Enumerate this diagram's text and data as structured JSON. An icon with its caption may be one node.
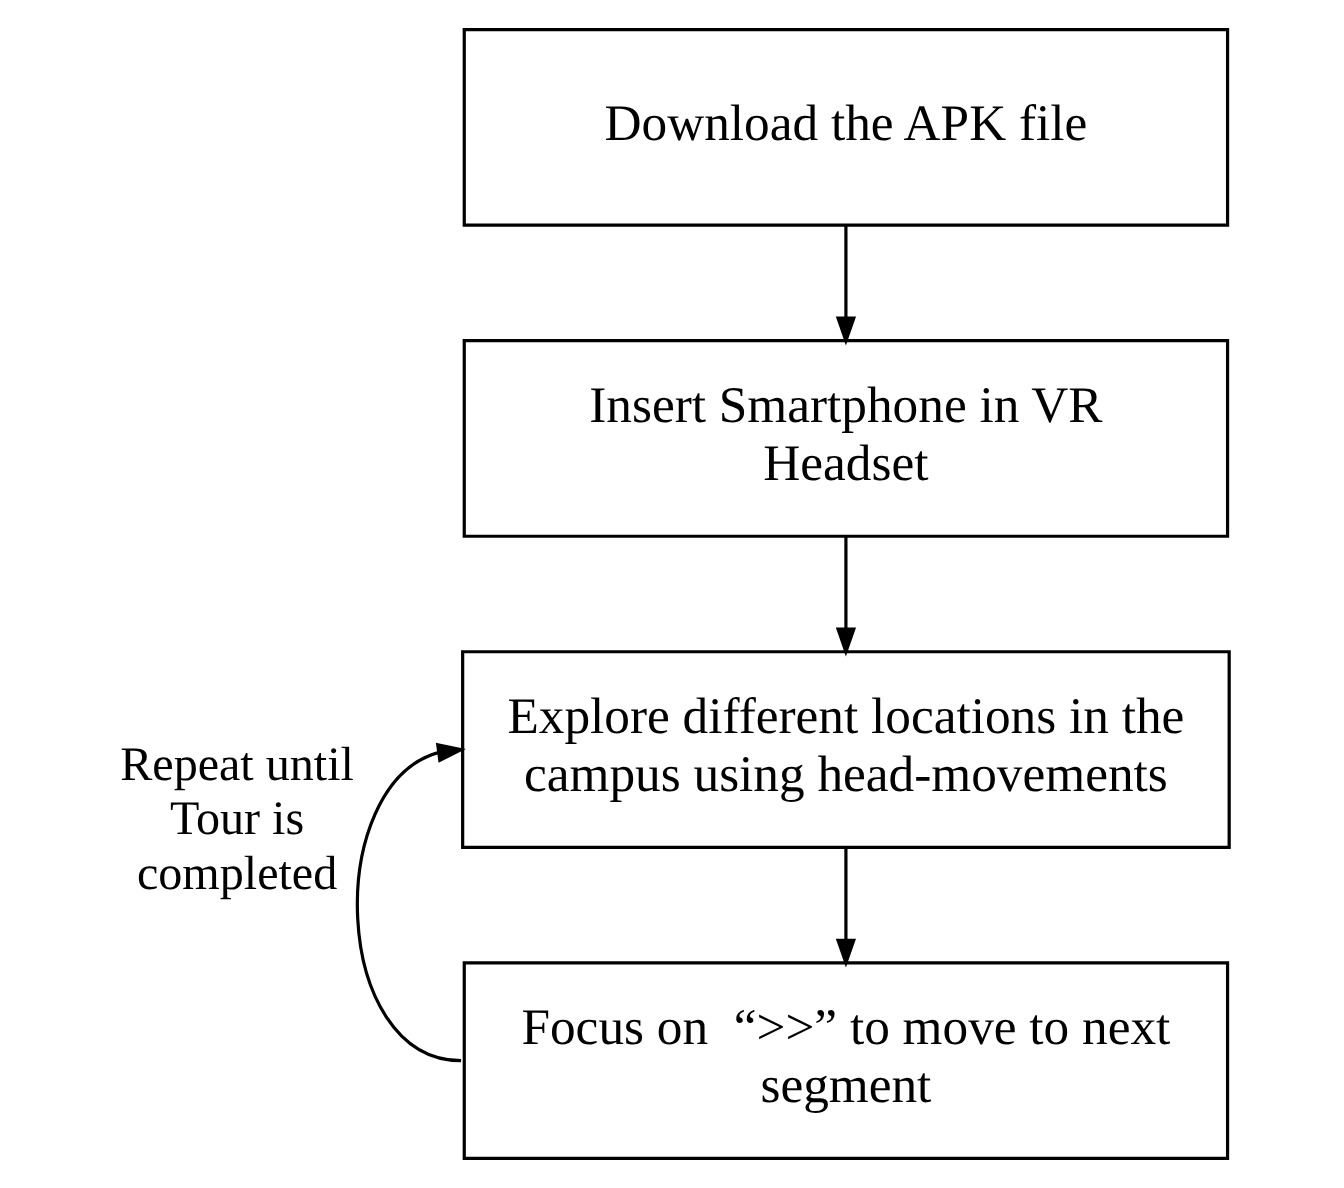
{
  "diagram": {
    "nodes": [
      {
        "text": [
          "Download the APK file"
        ]
      },
      {
        "text": [
          "Insert Smartphone in VR Headset"
        ]
      },
      {
        "text": [
          "Explore different locations in the campus using head-movements"
        ]
      },
      {
        "text": [
          "Focus on  “>>” to move to next segment"
        ]
      }
    ],
    "edges": [
      {
        "from": 0,
        "to": 1,
        "arrow": "to"
      },
      {
        "from": 1,
        "to": 2,
        "arrow": "to"
      },
      {
        "from": 2,
        "to": 3,
        "arrow": "to"
      },
      {
        "from": 3,
        "to": 2,
        "arrow": "to",
        "label": "Repeat until Tour is completed"
      }
    ]
  }
}
